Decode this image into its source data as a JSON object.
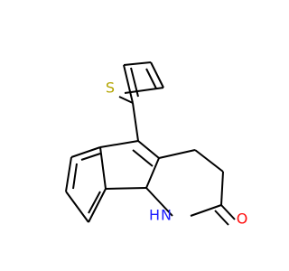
{
  "molecule": {
    "atoms": {
      "sulfur": {
        "symbol": "S",
        "color": "#b3a400"
      },
      "nitrogen": {
        "symbol": "N",
        "hydrogen": "H",
        "color": "#1d1dff"
      },
      "oxygen": {
        "symbol": "O",
        "color": "#ff0d0d"
      }
    },
    "bond_color": "#000000"
  }
}
